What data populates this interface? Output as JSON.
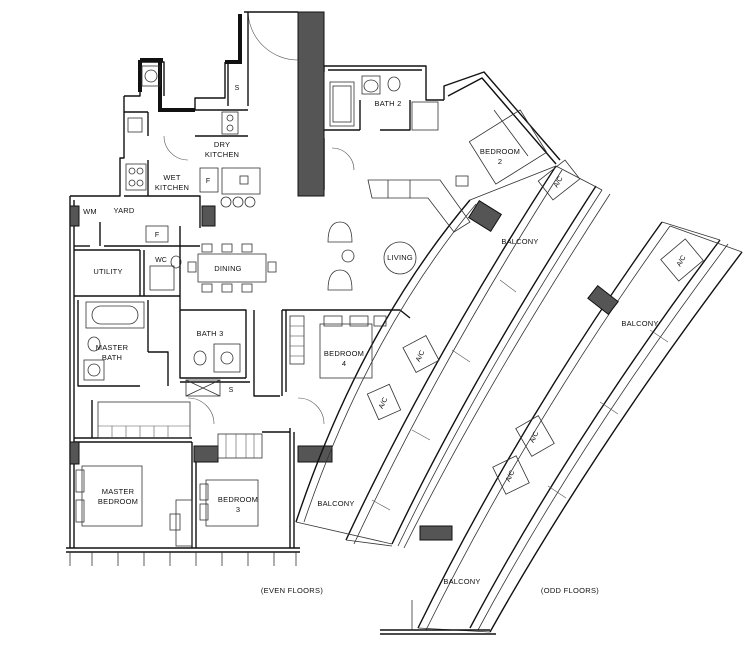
{
  "rooms": {
    "dry_kitchen": [
      "DRY",
      "KITCHEN"
    ],
    "wet_kitchen": [
      "WET",
      "KITCHEN"
    ],
    "yard": "YARD",
    "wm": "WM",
    "utility": "UTILITY",
    "wc": "WC",
    "dining": "DINING",
    "living": "LIVING",
    "bath2": "BATH 2",
    "bedroom2": [
      "BEDROOM",
      "2"
    ],
    "master_bath": [
      "MASTER",
      "BATH"
    ],
    "bath3": "BATH 3",
    "bedroom4": [
      "BEDROOM",
      "4"
    ],
    "master_bedroom": [
      "MASTER",
      "BEDROOM"
    ],
    "bedroom3": [
      "BEDROOM",
      "3"
    ],
    "balcony_upper": "BALCONY",
    "balcony_lower": "BALCONY",
    "balcony_odd_upper": "BALCONY",
    "balcony_odd_lower": "BALCONY"
  },
  "fixtures": {
    "shaft": "S",
    "fridge": "F",
    "aircon": "A/C"
  },
  "captions": {
    "even_floors": "(EVEN FLOORS)",
    "odd_floors": "(ODD FLOORS)"
  }
}
